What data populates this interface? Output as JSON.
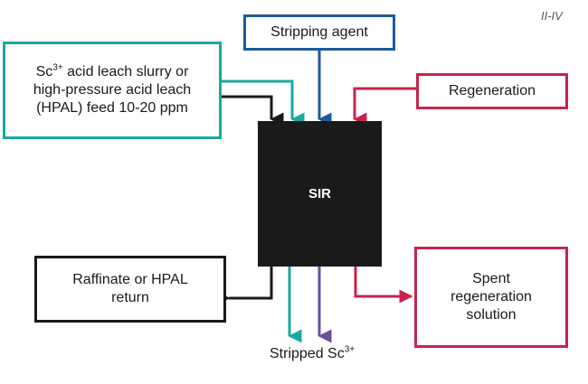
{
  "diagram": {
    "figure_label": "II-IV",
    "nodes": {
      "feed": {
        "text": "Sc",
        "superscript": "3+",
        "text_after": " acid leach slurry or high-pressure acid leach (HPAL) feed 10-20 ppm"
      },
      "stripping_agent": {
        "text": "Stripping agent"
      },
      "regeneration": {
        "text": "Regeneration"
      },
      "sir": {
        "text": "SIR"
      },
      "raffinate": {
        "text": "Raffinate or HPAL return"
      },
      "spent": {
        "text": "Spent regeneration solution"
      },
      "stripped": {
        "text": "Stripped Sc",
        "superscript": "3+"
      }
    },
    "colors": {
      "teal": "#1aa9a0",
      "blue": "#1e5a9a",
      "red": "#c8234d",
      "black": "#1a1a1a",
      "purple": "#6a4f9b"
    }
  }
}
